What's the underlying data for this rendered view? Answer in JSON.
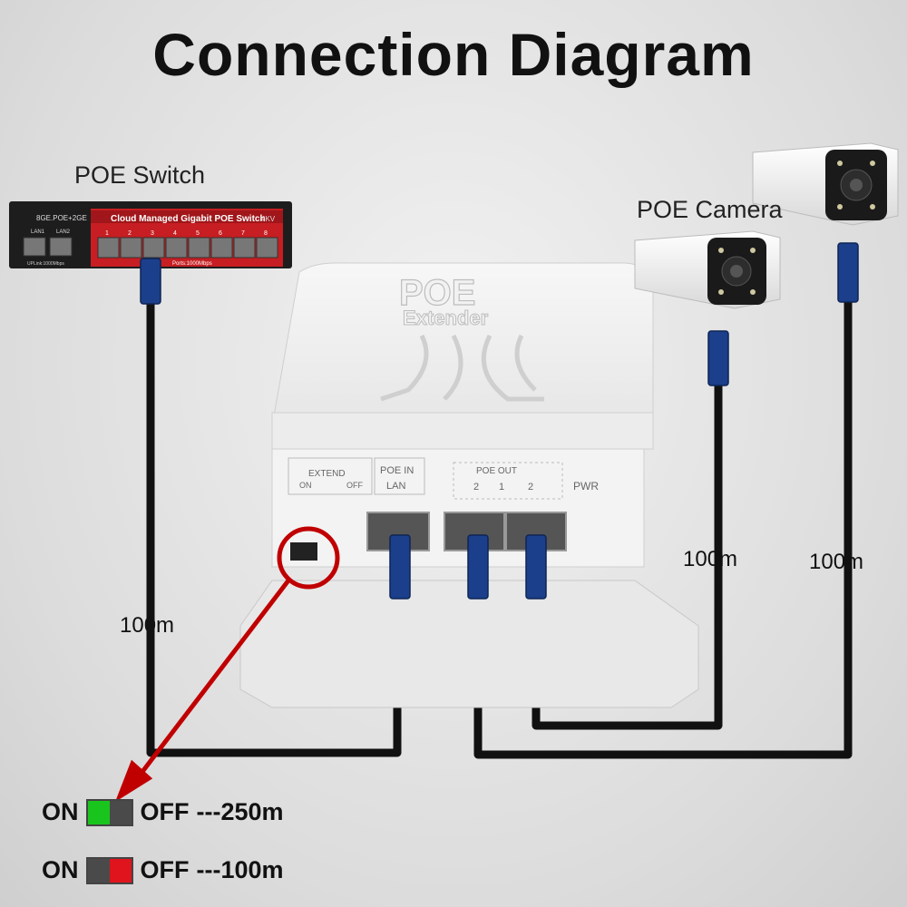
{
  "title": "Connection Diagram",
  "devices": {
    "switch_label": "POE Switch",
    "switch_model": "8GE.POE+2GE",
    "switch_banner": "Cloud Managed Gigabit POE Switch",
    "switch_rating": "4KV",
    "switch_lan1": "LAN1",
    "switch_lan2": "LAN2",
    "switch_uplink": "UPLink:1000Mbps",
    "switch_ports_note": "Ports:1000Mbps",
    "switch_port_numbers": [
      "1",
      "2",
      "3",
      "4",
      "5",
      "6",
      "7",
      "8"
    ],
    "camera_label": "POE Camera",
    "extender_title": "POE",
    "extender_subtitle": "Extender",
    "extend_label": "EXTEND",
    "extend_on": "ON",
    "extend_off": "OFF",
    "poe_in_label": "POE IN",
    "lan_label": "LAN",
    "poe_out_label": "POE OUT",
    "out_port_1": "1",
    "out_port_2": "2",
    "pwr_label": "PWR"
  },
  "distances": {
    "switch_to_extender": "100m",
    "extender_to_camera1": "100m",
    "extender_to_camera2": "100m"
  },
  "legend": [
    {
      "on": "ON",
      "off": "OFF",
      "result": "---250m",
      "left_color": "#19c51c",
      "right_color": "#4a4a4a"
    },
    {
      "on": "ON",
      "off": "OFF",
      "result": "---100m",
      "left_color": "#4a4a4a",
      "right_color": "#e0141c"
    }
  ],
  "colors": {
    "arrow": "#c00000",
    "cable": "#111111",
    "connector": "#1b3f8a"
  }
}
